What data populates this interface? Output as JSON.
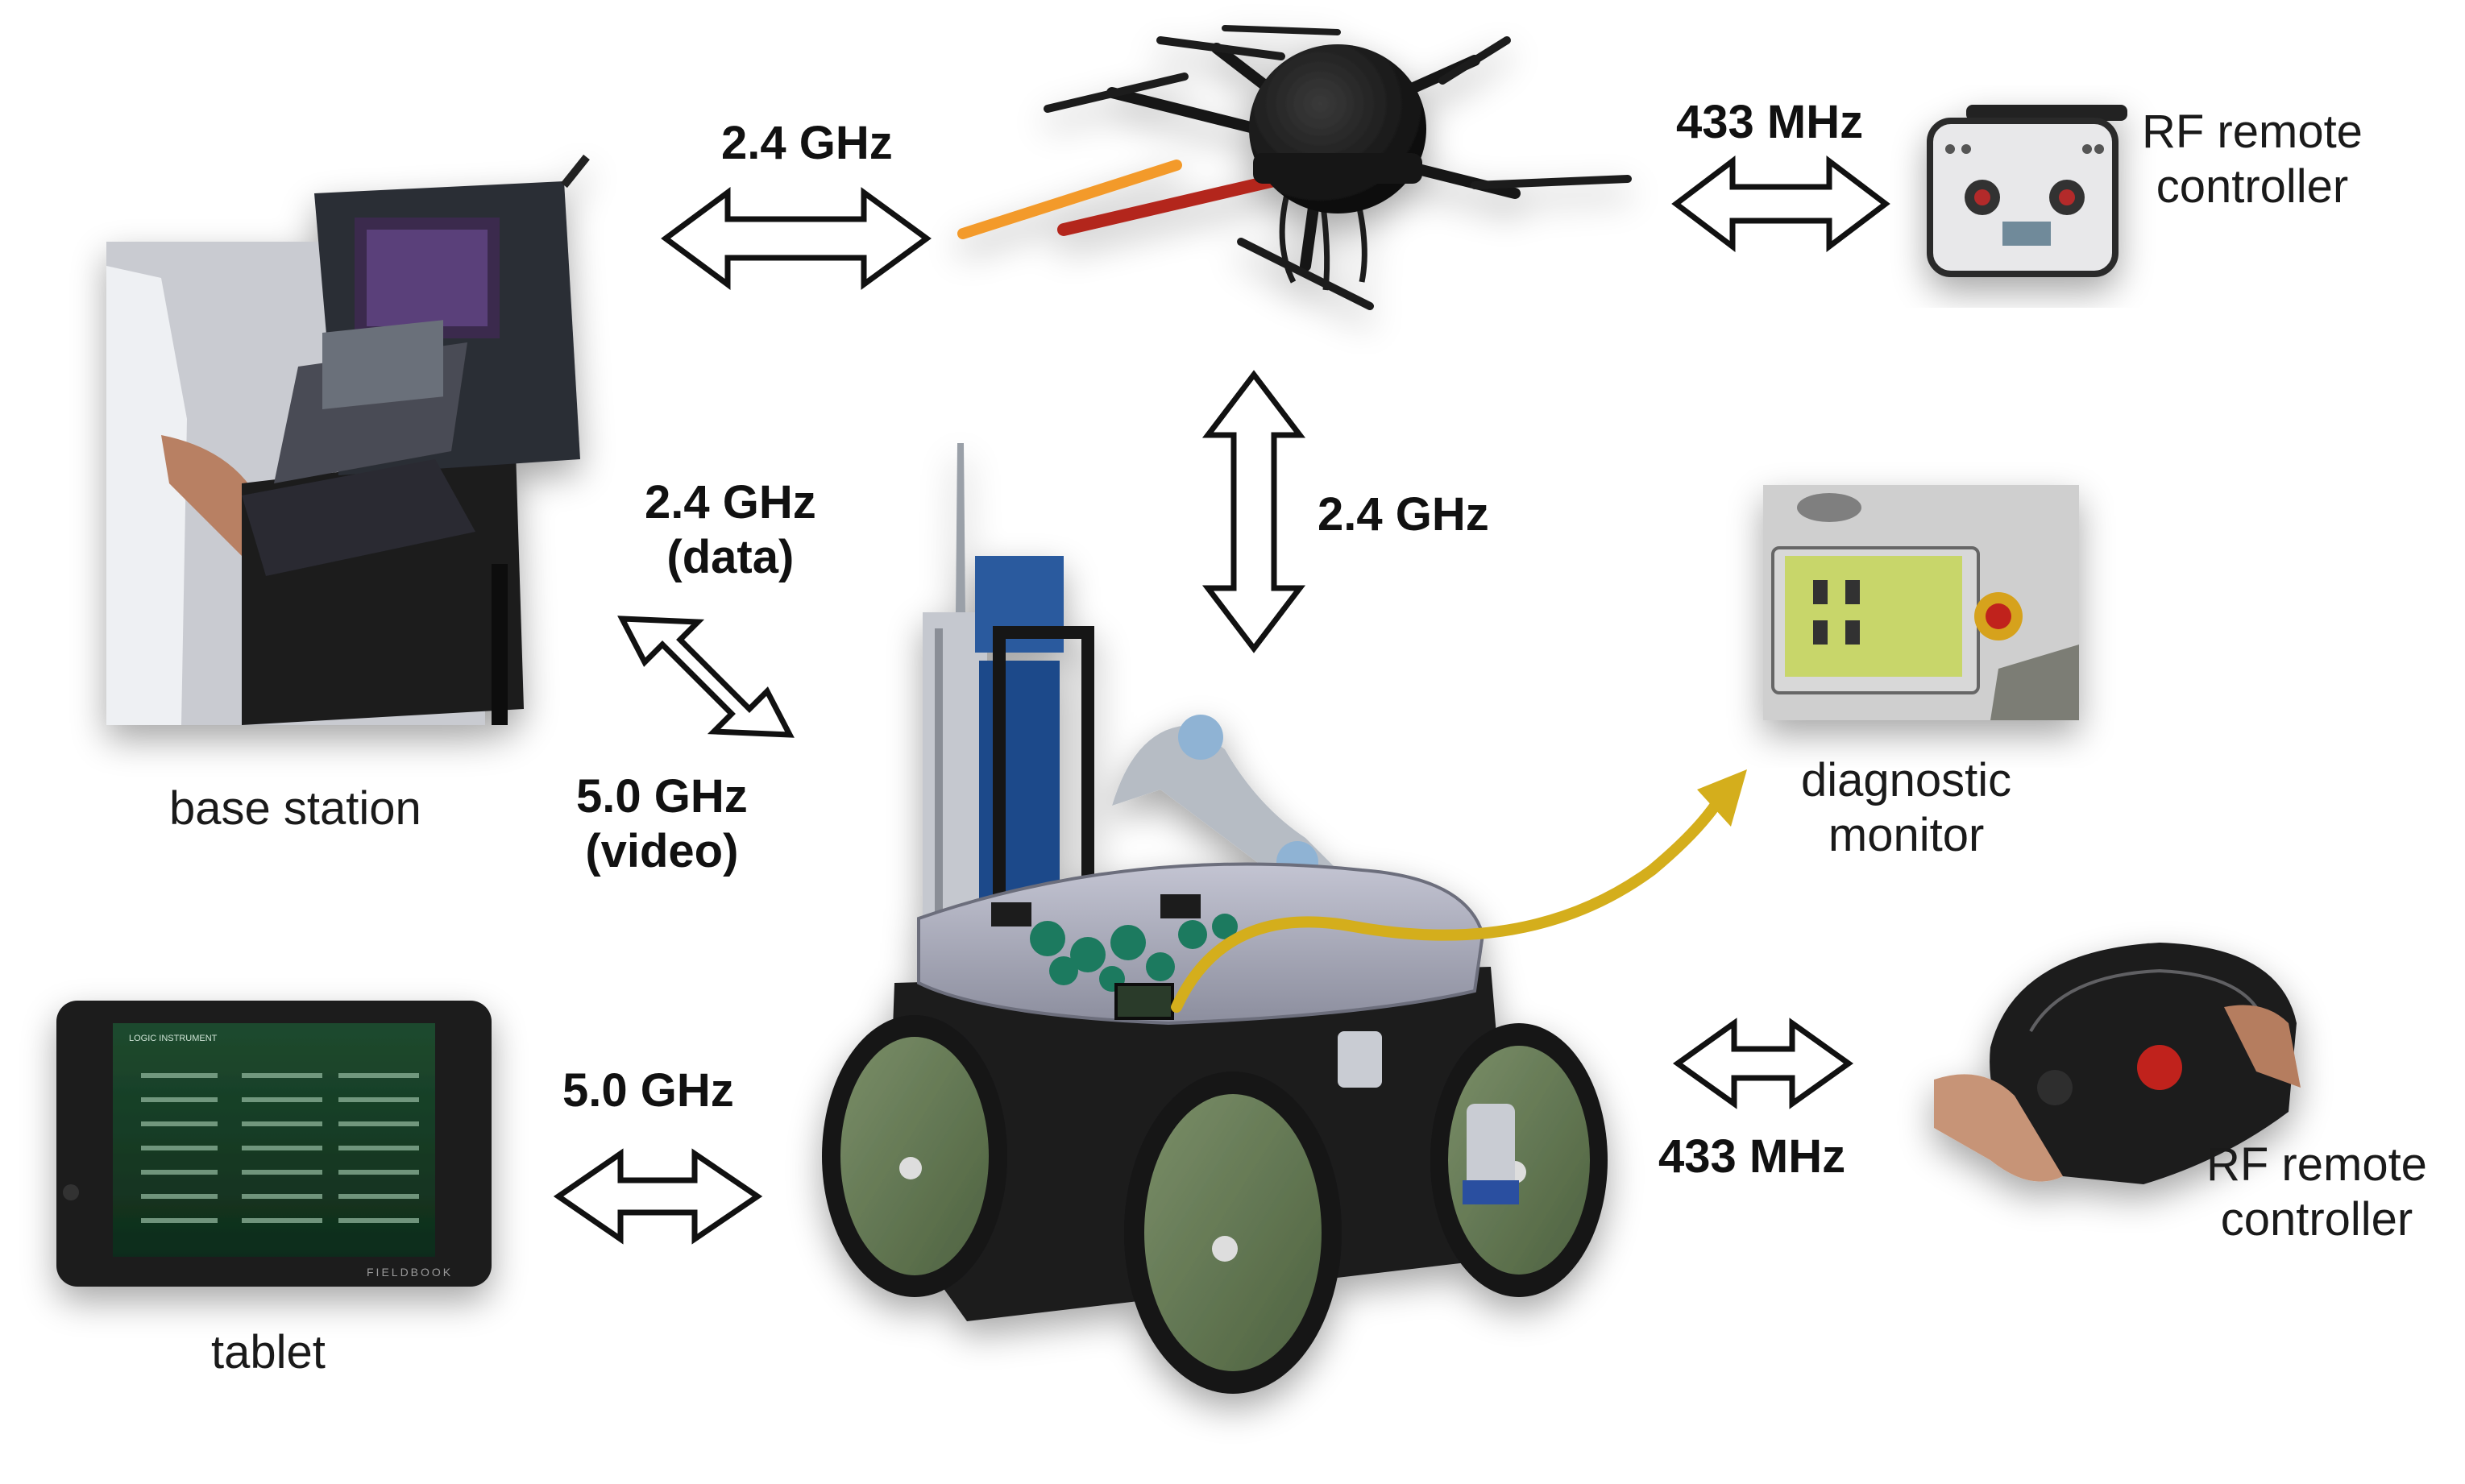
{
  "figure": {
    "links": {
      "base_drone": "2.4 GHz",
      "drone_remote": "433 MHz",
      "drone_rover": "2.4 GHz",
      "base_rover_data_line1": "2.4 GHz",
      "base_rover_data_line2": "(data)",
      "base_rover_video_line1": "5.0 GHz",
      "base_rover_video_line2": "(video)",
      "tablet_rover": "5.0 GHz",
      "rover_remote": "433 MHz"
    },
    "devices": {
      "base_station": "base station",
      "tablet": "tablet",
      "rf_remote_top_line1": "RF remote",
      "rf_remote_top_line2": "controller",
      "diagnostic_line1": "diagnostic",
      "diagnostic_line2": "monitor",
      "rf_remote_bottom_line1": "RF remote",
      "rf_remote_bottom_line2": "controller"
    },
    "photo_text": {
      "tablet_brand": "FIELDBOOK",
      "tablet_header": "LOGIC INSTRUMENT"
    },
    "colors": {
      "arrow_stroke": "#111111",
      "arrow_fill": "#ffffff",
      "diagnostic_arrow": "#d4ae1c",
      "rover_wheel": "#5f7450",
      "rover_body": "#a7a9b8",
      "drone_prop_accent": "#f39a2a"
    }
  }
}
